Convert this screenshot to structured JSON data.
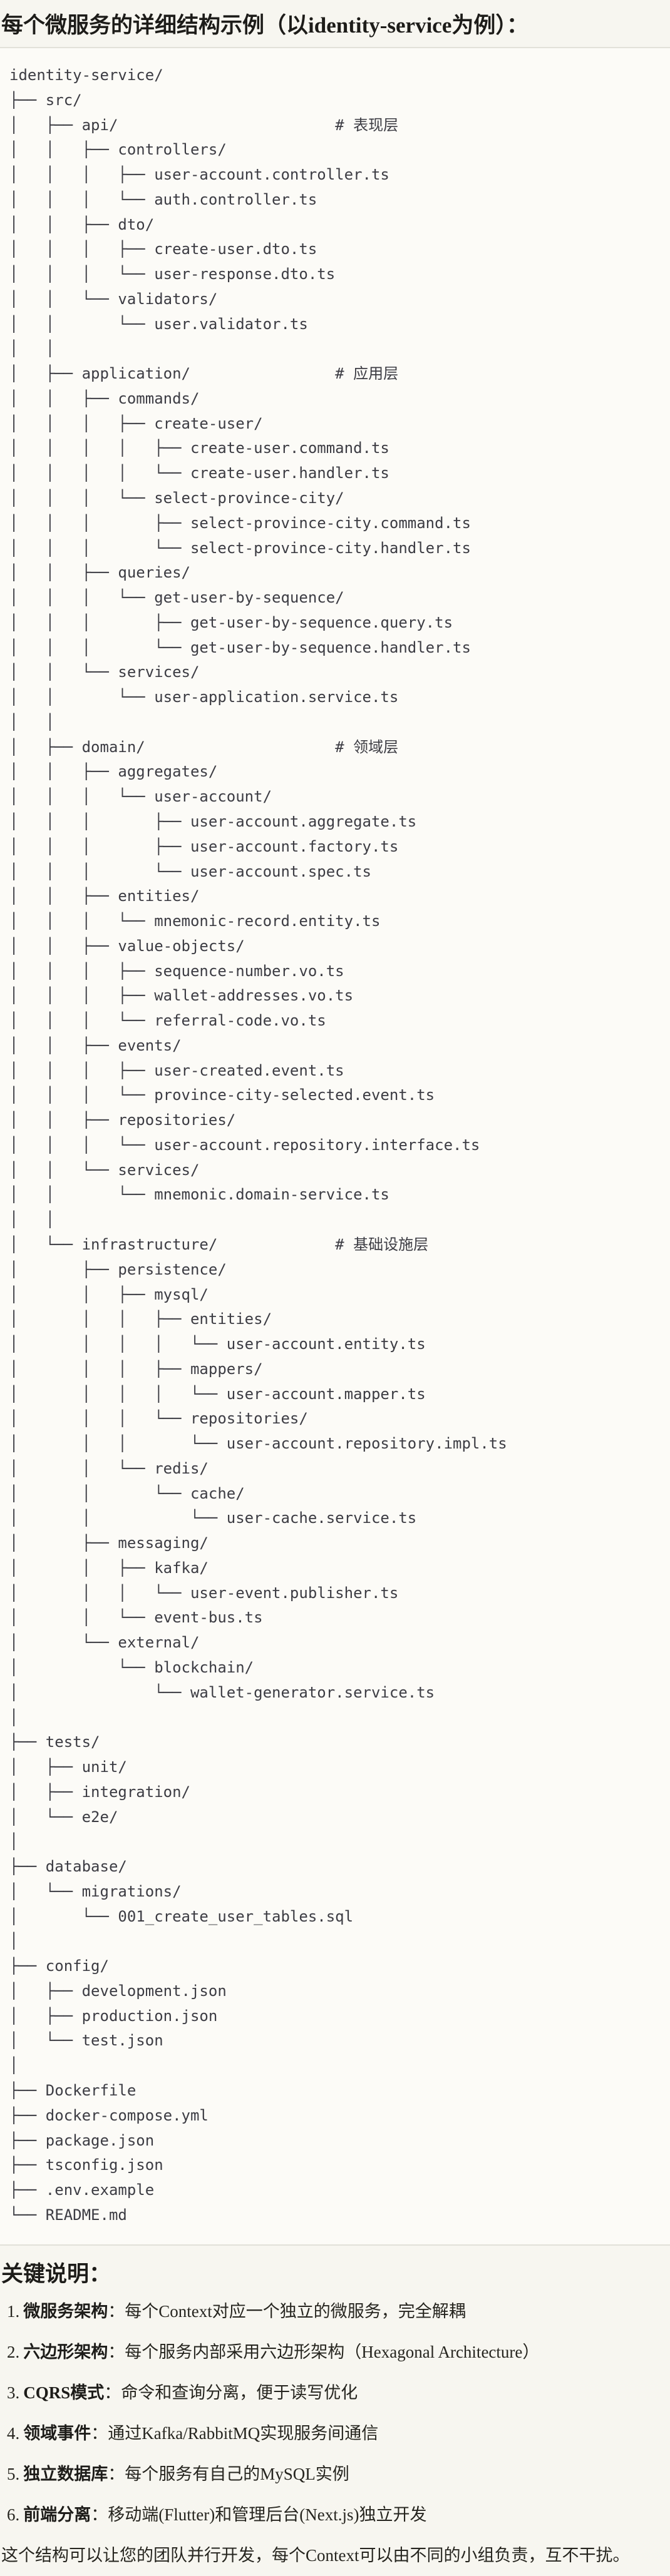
{
  "page": {
    "title": "每个微服务的详细结构示例（以identity-service为例）：",
    "notes_heading": "关键说明：",
    "closing_paragraph": "这个结构可以让您的团队并行开发，每个Context可以由不同的小组负责，互不干扰。"
  },
  "code_block": {
    "language": "plain-text-directory-tree",
    "root": "identity-service/",
    "layer_comments": [
      "# 表现层",
      "# 应用层",
      "# 领域层",
      "# 基础设施层"
    ],
    "lines": [
      "identity-service/",
      "├── src/",
      "│   ├── api/                        # 表现层",
      "│   │   ├── controllers/",
      "│   │   │   ├── user-account.controller.ts",
      "│   │   │   └── auth.controller.ts",
      "│   │   ├── dto/",
      "│   │   │   ├── create-user.dto.ts",
      "│   │   │   └── user-response.dto.ts",
      "│   │   └── validators/",
      "│   │       └── user.validator.ts",
      "│   │",
      "│   ├── application/                # 应用层",
      "│   │   ├── commands/",
      "│   │   │   ├── create-user/",
      "│   │   │   │   ├── create-user.command.ts",
      "│   │   │   │   └── create-user.handler.ts",
      "│   │   │   └── select-province-city/",
      "│   │   │       ├── select-province-city.command.ts",
      "│   │   │       └── select-province-city.handler.ts",
      "│   │   ├── queries/",
      "│   │   │   └── get-user-by-sequence/",
      "│   │   │       ├── get-user-by-sequence.query.ts",
      "│   │   │       └── get-user-by-sequence.handler.ts",
      "│   │   └── services/",
      "│   │       └── user-application.service.ts",
      "│   │",
      "│   ├── domain/                     # 领域层",
      "│   │   ├── aggregates/",
      "│   │   │   └── user-account/",
      "│   │   │       ├── user-account.aggregate.ts",
      "│   │   │       ├── user-account.factory.ts",
      "│   │   │       └── user-account.spec.ts",
      "│   │   ├── entities/",
      "│   │   │   └── mnemonic-record.entity.ts",
      "│   │   ├── value-objects/",
      "│   │   │   ├── sequence-number.vo.ts",
      "│   │   │   ├── wallet-addresses.vo.ts",
      "│   │   │   └── referral-code.vo.ts",
      "│   │   ├── events/",
      "│   │   │   ├── user-created.event.ts",
      "│   │   │   └── province-city-selected.event.ts",
      "│   │   ├── repositories/",
      "│   │   │   └── user-account.repository.interface.ts",
      "│   │   └── services/",
      "│   │       └── mnemonic.domain-service.ts",
      "│   │",
      "│   └── infrastructure/             # 基础设施层",
      "│       ├── persistence/",
      "│       │   ├── mysql/",
      "│       │   │   ├── entities/",
      "│       │   │   │   └── user-account.entity.ts",
      "│       │   │   ├── mappers/",
      "│       │   │   │   └── user-account.mapper.ts",
      "│       │   │   └── repositories/",
      "│       │   │       └── user-account.repository.impl.ts",
      "│       │   └── redis/",
      "│       │       └── cache/",
      "│       │           └── user-cache.service.ts",
      "│       ├── messaging/",
      "│       │   ├── kafka/",
      "│       │   │   └── user-event.publisher.ts",
      "│       │   └── event-bus.ts",
      "│       └── external/",
      "│           └── blockchain/",
      "│               └── wallet-generator.service.ts",
      "│",
      "├── tests/",
      "│   ├── unit/",
      "│   ├── integration/",
      "│   └── e2e/",
      "│",
      "├── database/",
      "│   └── migrations/",
      "│       └── 001_create_user_tables.sql",
      "│",
      "├── config/",
      "│   ├── development.json",
      "│   ├── production.json",
      "│   └── test.json",
      "│",
      "├── Dockerfile",
      "├── docker-compose.yml",
      "├── package.json",
      "├── tsconfig.json",
      "├── .env.example",
      "└── README.md"
    ]
  },
  "notes": {
    "items": [
      {
        "number": "1.",
        "label": "微服务架构",
        "separator": "：",
        "text": "每个Context对应一个独立的微服务，完全解耦"
      },
      {
        "number": "2.",
        "label": "六边形架构",
        "separator": "：",
        "text": "每个服务内部采用六边形架构（Hexagonal Architecture）"
      },
      {
        "number": "3.",
        "label": "CQRS模式",
        "separator": "：",
        "text": "命令和查询分离，便于读写优化"
      },
      {
        "number": "4.",
        "label": "领域事件",
        "separator": "：",
        "text": "通过Kafka/RabbitMQ实现服务间通信"
      },
      {
        "number": "5.",
        "label": "独立数据库",
        "separator": "：",
        "text": "每个服务有自己的MySQL实例"
      },
      {
        "number": "6.",
        "label": "前端分离",
        "separator": "：",
        "text": "移动端(Flutter)和管理后台(Next.js)独立开发"
      }
    ]
  },
  "colors": {
    "page_background": "#F7F6F0",
    "code_background": "#FCFBF7",
    "divider": "#E2E1D9",
    "code_text": "#3C3C43",
    "heading_text": "#1D1C19",
    "body_text": "#26251F"
  }
}
